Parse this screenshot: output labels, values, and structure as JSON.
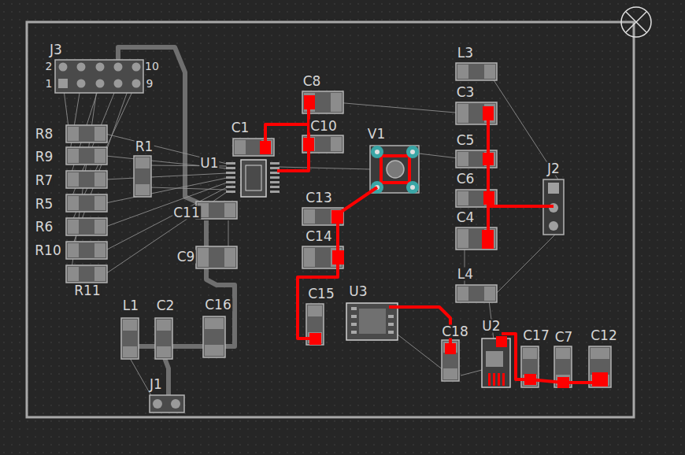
{
  "diagram": {
    "labels": [
      "J3",
      "2",
      "10",
      "1",
      "9",
      "R8",
      "R9",
      "R7",
      "R5",
      "R6",
      "R10",
      "R11",
      "R1",
      "U1",
      "C1",
      "C8",
      "C10",
      "V1",
      "C13",
      "C14",
      "C11",
      "C9",
      "C15",
      "U3",
      "L1",
      "C2",
      "C16",
      "J1",
      "L3",
      "C3",
      "C5",
      "C6",
      "C4",
      "L4",
      "J2",
      "C18",
      "U2",
      "C17",
      "C7",
      "C12"
    ]
  }
}
